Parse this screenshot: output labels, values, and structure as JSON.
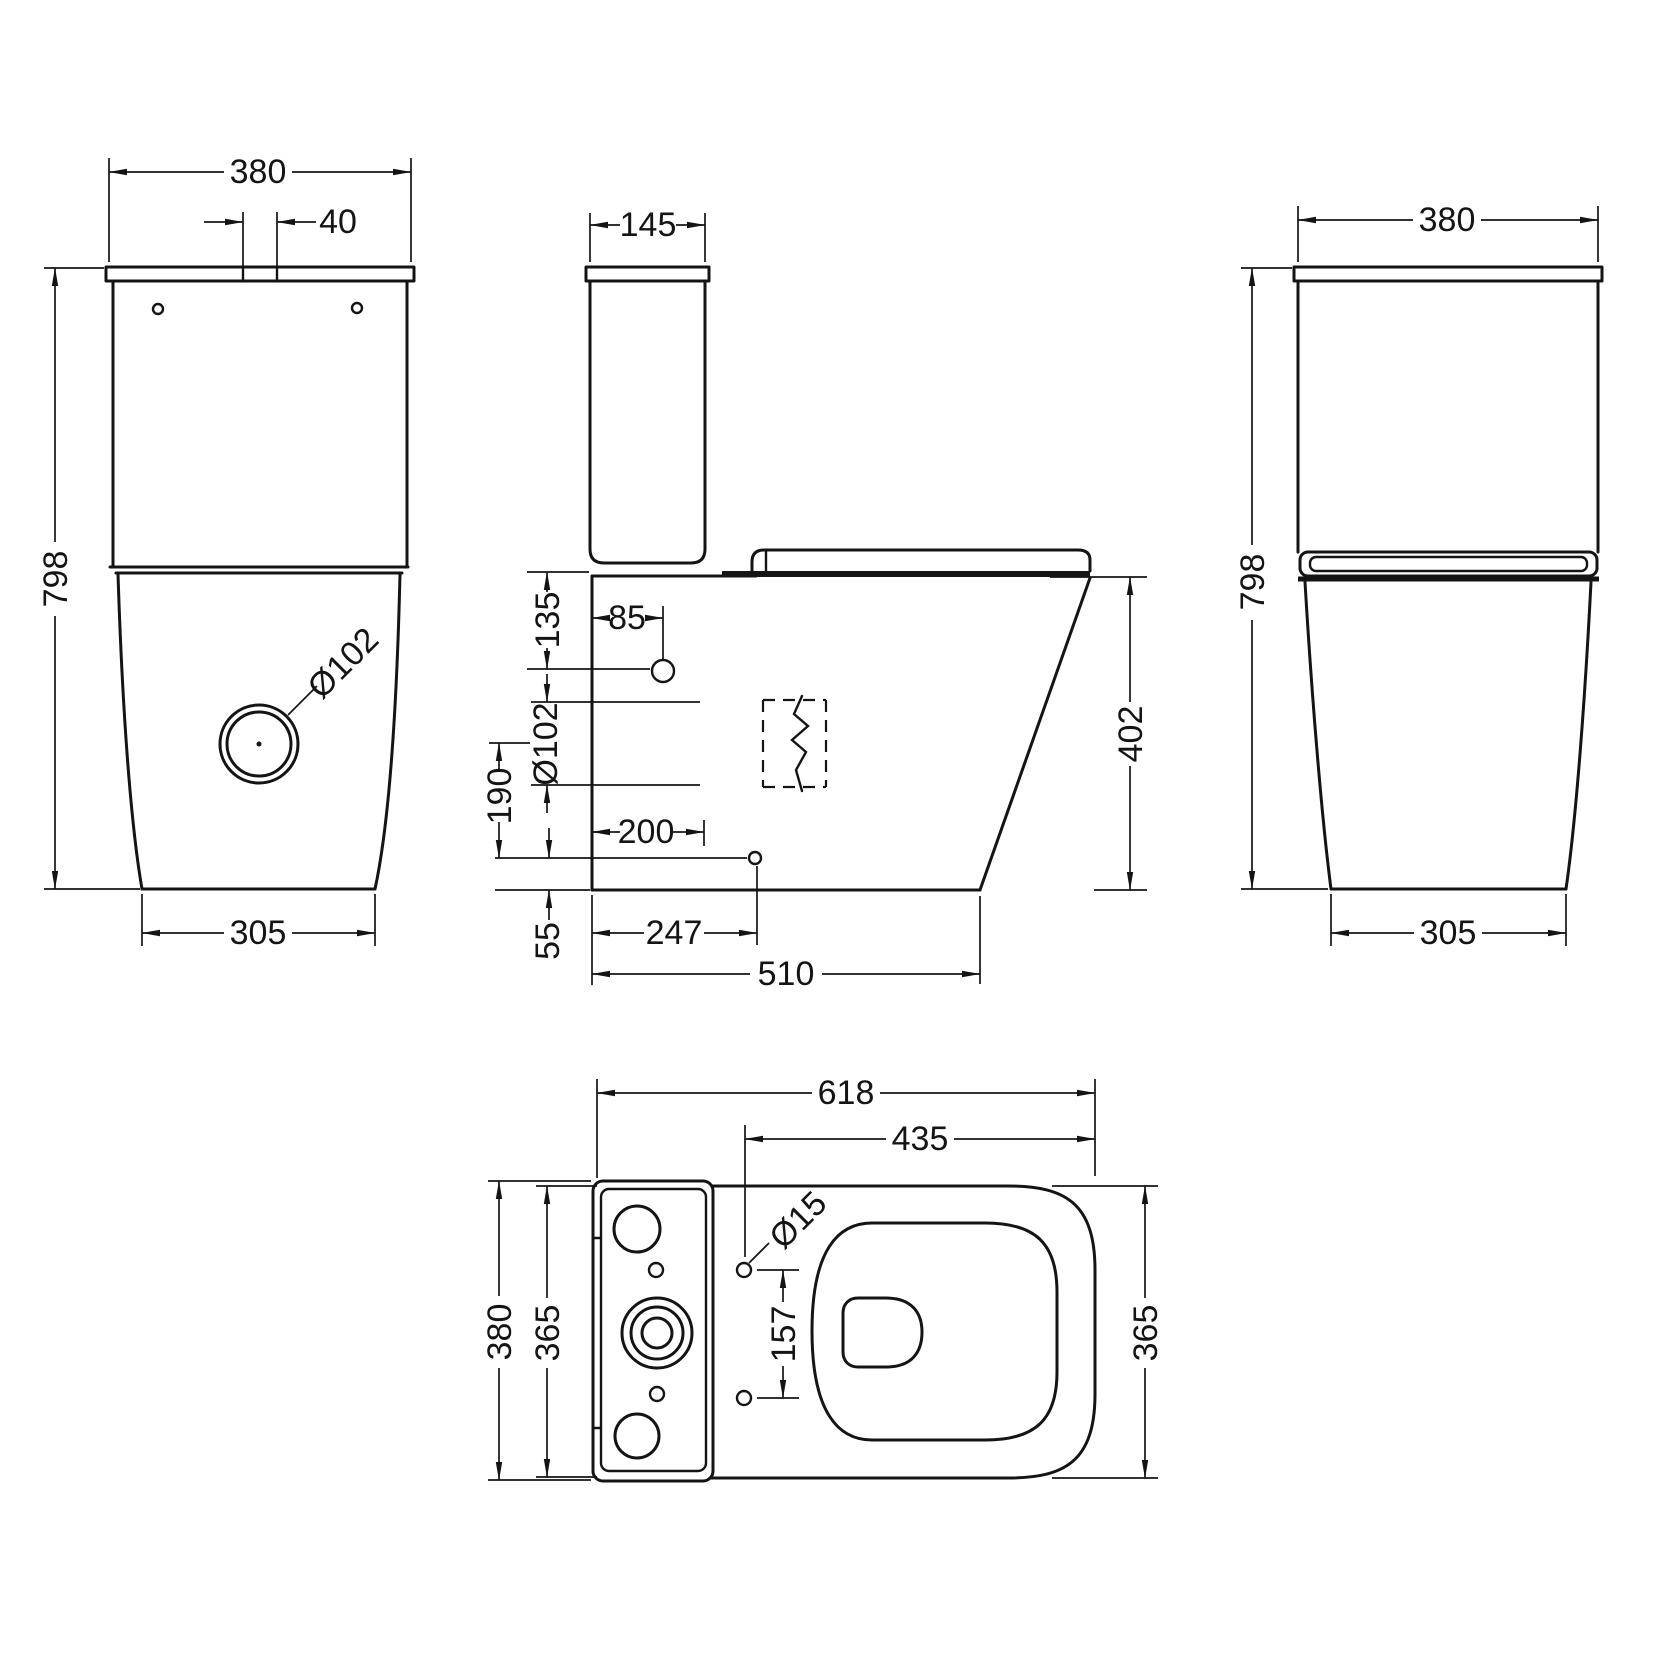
{
  "drawing": {
    "front": {
      "width": "380",
      "flush_gap": "40",
      "height": "798",
      "base_width": "305",
      "outlet_dia": "Ø102"
    },
    "side": {
      "depth": "145",
      "rim_to_inlet": "135",
      "inlet_offset": "85",
      "outlet_dia": "Ø102",
      "outlet_height": "190",
      "outlet_setout": "200",
      "fixing_height": "55",
      "fixing_setout": "247",
      "base_depth": "510",
      "rim_height": "402"
    },
    "rear": {
      "width": "380",
      "height": "798",
      "base_width": "305"
    },
    "plan": {
      "length": "618",
      "seat_length": "435",
      "seat_hole_dia": "Ø15",
      "seat_hole_pitch": "157",
      "cistern_width": "380",
      "bowl_width": "365",
      "seat_width": "365"
    }
  }
}
